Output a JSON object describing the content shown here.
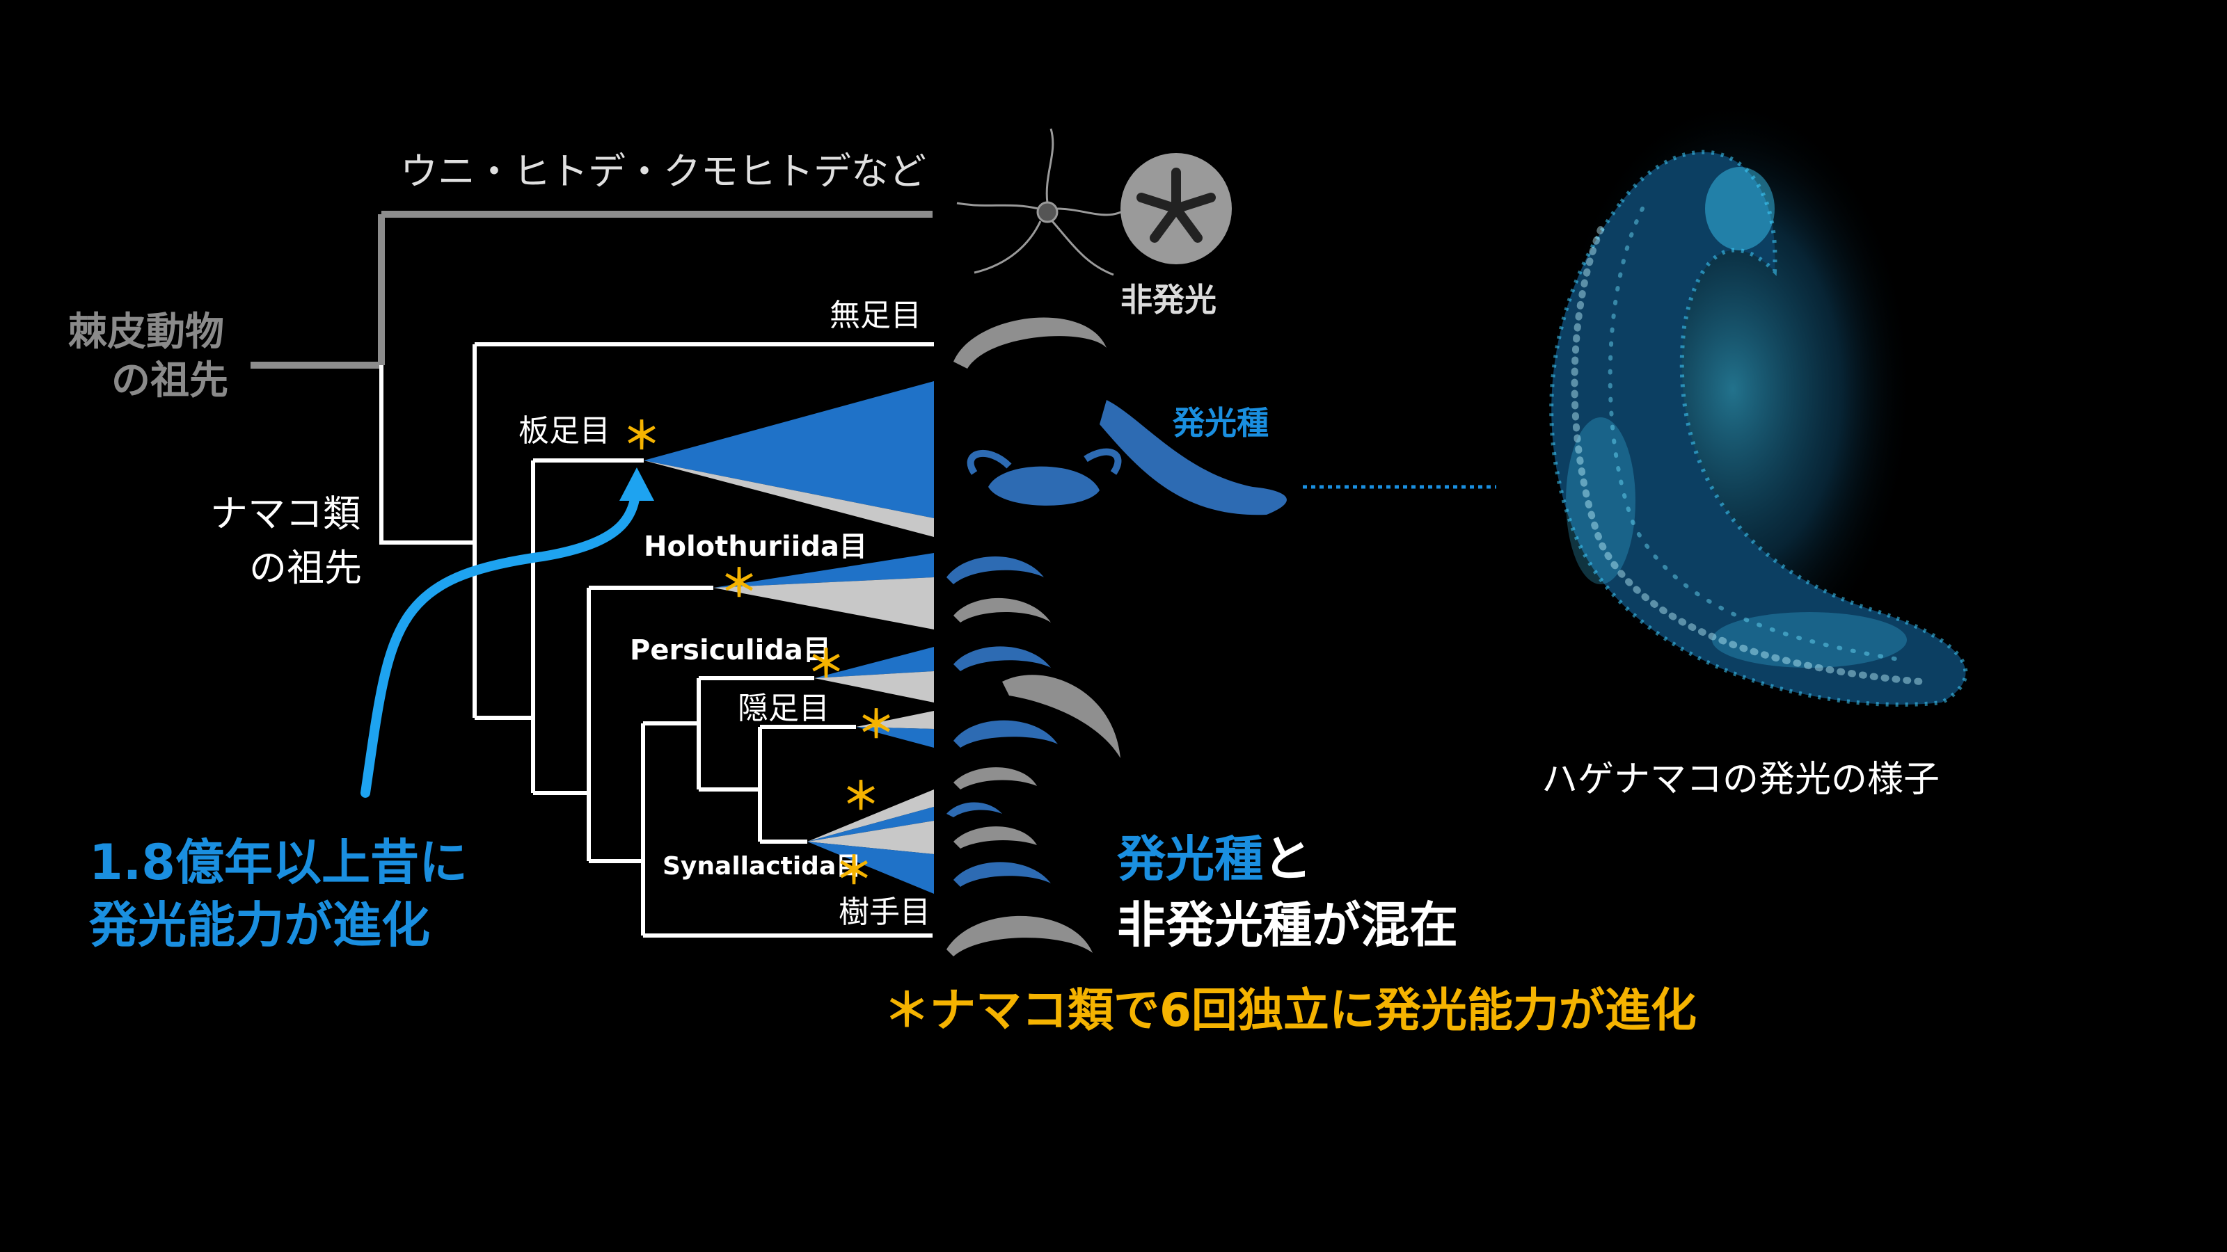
{
  "labels": {
    "outgroup": "ウニ・ヒトデ・クモヒトデなど",
    "ancestor_echinoderm_1": "棘皮動物",
    "ancestor_echinoderm_2": "の祖先",
    "ancestor_sea_cucumber_1": "ナマコ類",
    "ancestor_sea_cucumber_2": "の祖先",
    "apodida": "無足目",
    "elasipodida": "板足目",
    "holothuriida": "Holothuriida目",
    "persiculida": "Persiculida目",
    "molpadida": "隠足目",
    "synallactida": "Synallactida目",
    "dendrochirotida": "樹手目",
    "non_luminous": "非発光",
    "luminous_species": "発光種",
    "origin_1": "1.8億年以上昔に",
    "origin_2": "発光能力が進化",
    "mixed_1a": "発光種",
    "mixed_1b": "と",
    "mixed_2": "非発光種が混在",
    "star": "＊",
    "independent": "ナマコ類で6回独立に発光能力が進化",
    "photo_caption": "ハゲナマコの発光の様子"
  },
  "colors": {
    "luminous": "#1f72c8",
    "non_luminous": "#c8c8c8",
    "origin_arrow": "#1ea3f0",
    "independent_mark": "#f5b300",
    "glow": "#3fd0ff"
  }
}
